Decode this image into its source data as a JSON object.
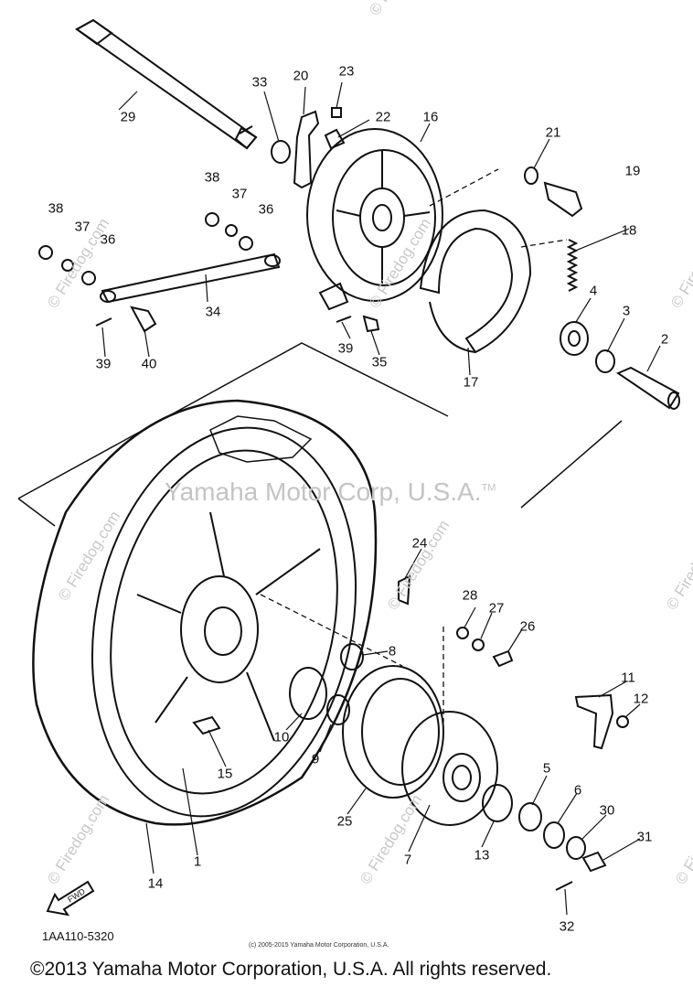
{
  "callouts": [
    {
      "id": "c1",
      "text": "1"
    },
    {
      "id": "c2",
      "text": "2"
    },
    {
      "id": "c3",
      "text": "3"
    },
    {
      "id": "c4",
      "text": "4"
    },
    {
      "id": "c5",
      "text": "5"
    },
    {
      "id": "c6",
      "text": "6"
    },
    {
      "id": "c7",
      "text": "7"
    },
    {
      "id": "c8",
      "text": "8"
    },
    {
      "id": "c9",
      "text": "9"
    },
    {
      "id": "c10",
      "text": "10"
    },
    {
      "id": "c11",
      "text": "11"
    },
    {
      "id": "c12",
      "text": "12"
    },
    {
      "id": "c13",
      "text": "13"
    },
    {
      "id": "c14",
      "text": "14"
    },
    {
      "id": "c15",
      "text": "15"
    },
    {
      "id": "c16",
      "text": "16"
    },
    {
      "id": "c17",
      "text": "17"
    },
    {
      "id": "c18",
      "text": "18"
    },
    {
      "id": "c19",
      "text": "19"
    },
    {
      "id": "c20",
      "text": "20"
    },
    {
      "id": "c21",
      "text": "21"
    },
    {
      "id": "c22",
      "text": "22"
    },
    {
      "id": "c23",
      "text": "23"
    },
    {
      "id": "c24",
      "text": "24"
    },
    {
      "id": "c25",
      "text": "25"
    },
    {
      "id": "c26",
      "text": "26"
    },
    {
      "id": "c27",
      "text": "27"
    },
    {
      "id": "c28",
      "text": "28"
    },
    {
      "id": "c29",
      "text": "29"
    },
    {
      "id": "c30",
      "text": "30"
    },
    {
      "id": "c31",
      "text": "31"
    },
    {
      "id": "c32",
      "text": "32"
    },
    {
      "id": "c33",
      "text": "33"
    },
    {
      "id": "c34",
      "text": "34"
    },
    {
      "id": "c35",
      "text": "35"
    },
    {
      "id": "c36a",
      "text": "36"
    },
    {
      "id": "c36b",
      "text": "36"
    },
    {
      "id": "c37a",
      "text": "37"
    },
    {
      "id": "c37b",
      "text": "37"
    },
    {
      "id": "c38a",
      "text": "38"
    },
    {
      "id": "c38b",
      "text": "38"
    },
    {
      "id": "c39a",
      "text": "39"
    },
    {
      "id": "c39b",
      "text": "39"
    },
    {
      "id": "c40",
      "text": "40"
    }
  ],
  "watermark": {
    "main": "Yamaha Motor Corp, U.S.A.",
    "tm": "TM",
    "site": "© Firedog.com"
  },
  "fwd_label": "FWD",
  "diagram_code": "1AA110-5320",
  "small_copyright": "(c) 2005-2015 Yamaha Motor Corporation, U.S.A.",
  "footer": "©2013 Yamaha Motor Corporation, U.S.A. All rights reserved."
}
